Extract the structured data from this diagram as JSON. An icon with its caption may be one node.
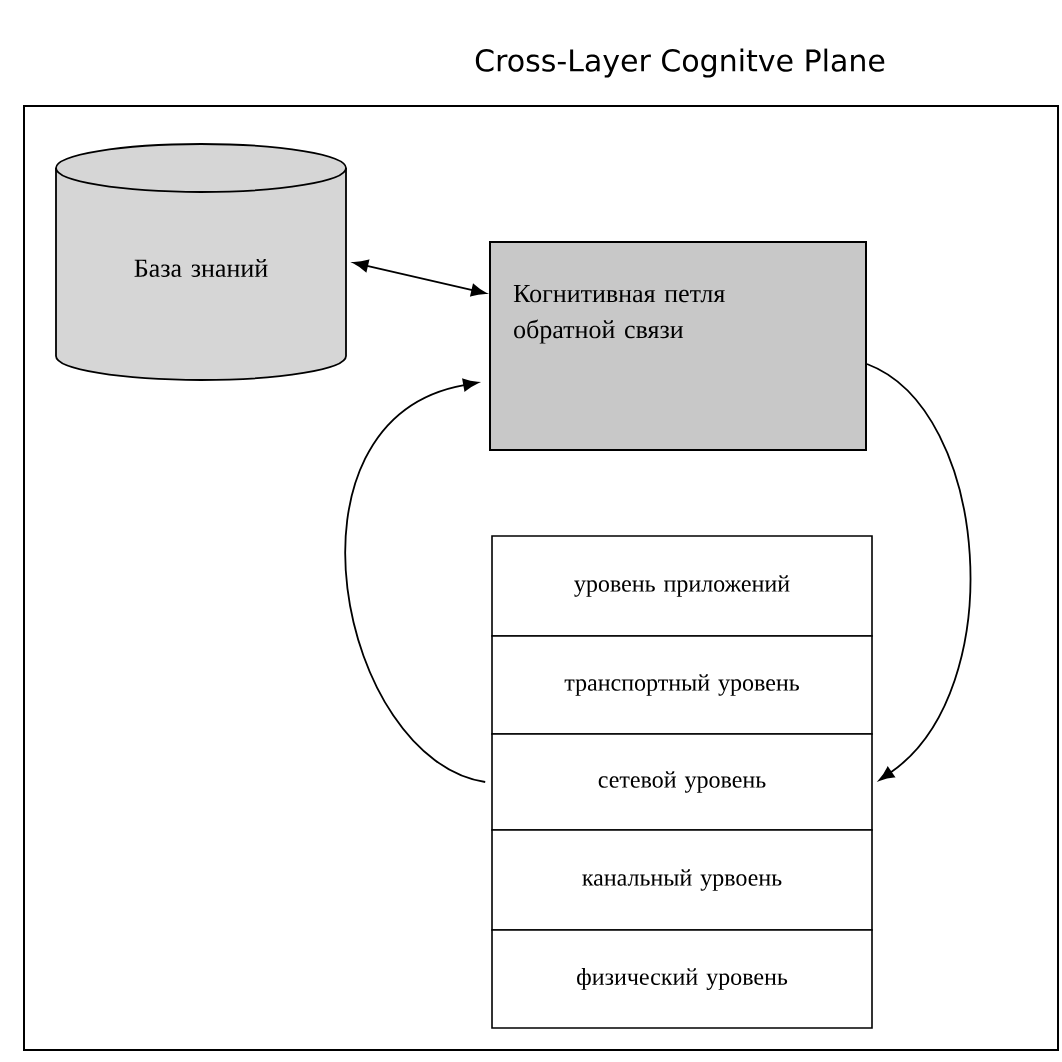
{
  "diagram": {
    "nodes": [
      {
        "text": [
          "Cross-Layer Cognitve Plane"
        ]
      },
      {
        "text": [
          "База знаний"
        ],
        "in": 0
      },
      {
        "text": [
          "Когнитивная петля обратной связи"
        ],
        "in": 0
      },
      {
        "text": [
          "уровень приложений"
        ],
        "in": 0
      },
      {
        "text": [
          "транспортный уровень"
        ],
        "in": 0
      },
      {
        "text": [
          "сетевой уровень"
        ],
        "in": 0
      },
      {
        "text": [
          "канальный урвоень"
        ],
        "in": 0
      },
      {
        "text": [
          "физический уровень"
        ],
        "in": 0
      }
    ],
    "edges": [
      {
        "from": 1,
        "to": 2,
        "arrow": "both"
      },
      {
        "from": 2,
        "to": 5,
        "arrow": "to"
      },
      {
        "from": 5,
        "to": 2,
        "arrow": "to"
      }
    ]
  }
}
